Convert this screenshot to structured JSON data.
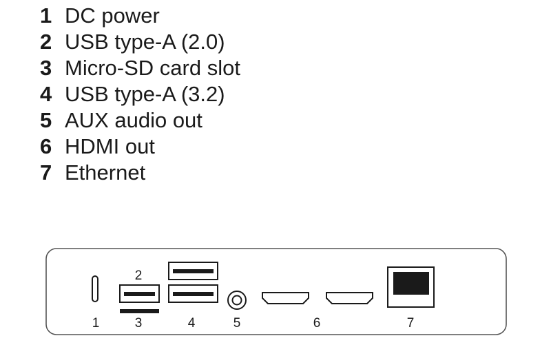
{
  "legend": [
    {
      "num": "1",
      "label": "DC power"
    },
    {
      "num": "2",
      "label": "USB type-A (2.0)"
    },
    {
      "num": "3",
      "label": "Micro-SD card slot"
    },
    {
      "num": "4",
      "label": "USB type-A (3.2)"
    },
    {
      "num": "5",
      "label": "AUX audio out"
    },
    {
      "num": "6",
      "label": "HDMI out"
    },
    {
      "num": "7",
      "label": "Ethernet"
    }
  ],
  "ports": {
    "dc_power": "1",
    "usb2": "2",
    "microsd": "3",
    "usb3": "4",
    "aux": "5",
    "hdmi": "6",
    "ethernet": "7"
  },
  "colors": {
    "ink": "#1a1a1a",
    "panel_stroke": "#555555"
  }
}
